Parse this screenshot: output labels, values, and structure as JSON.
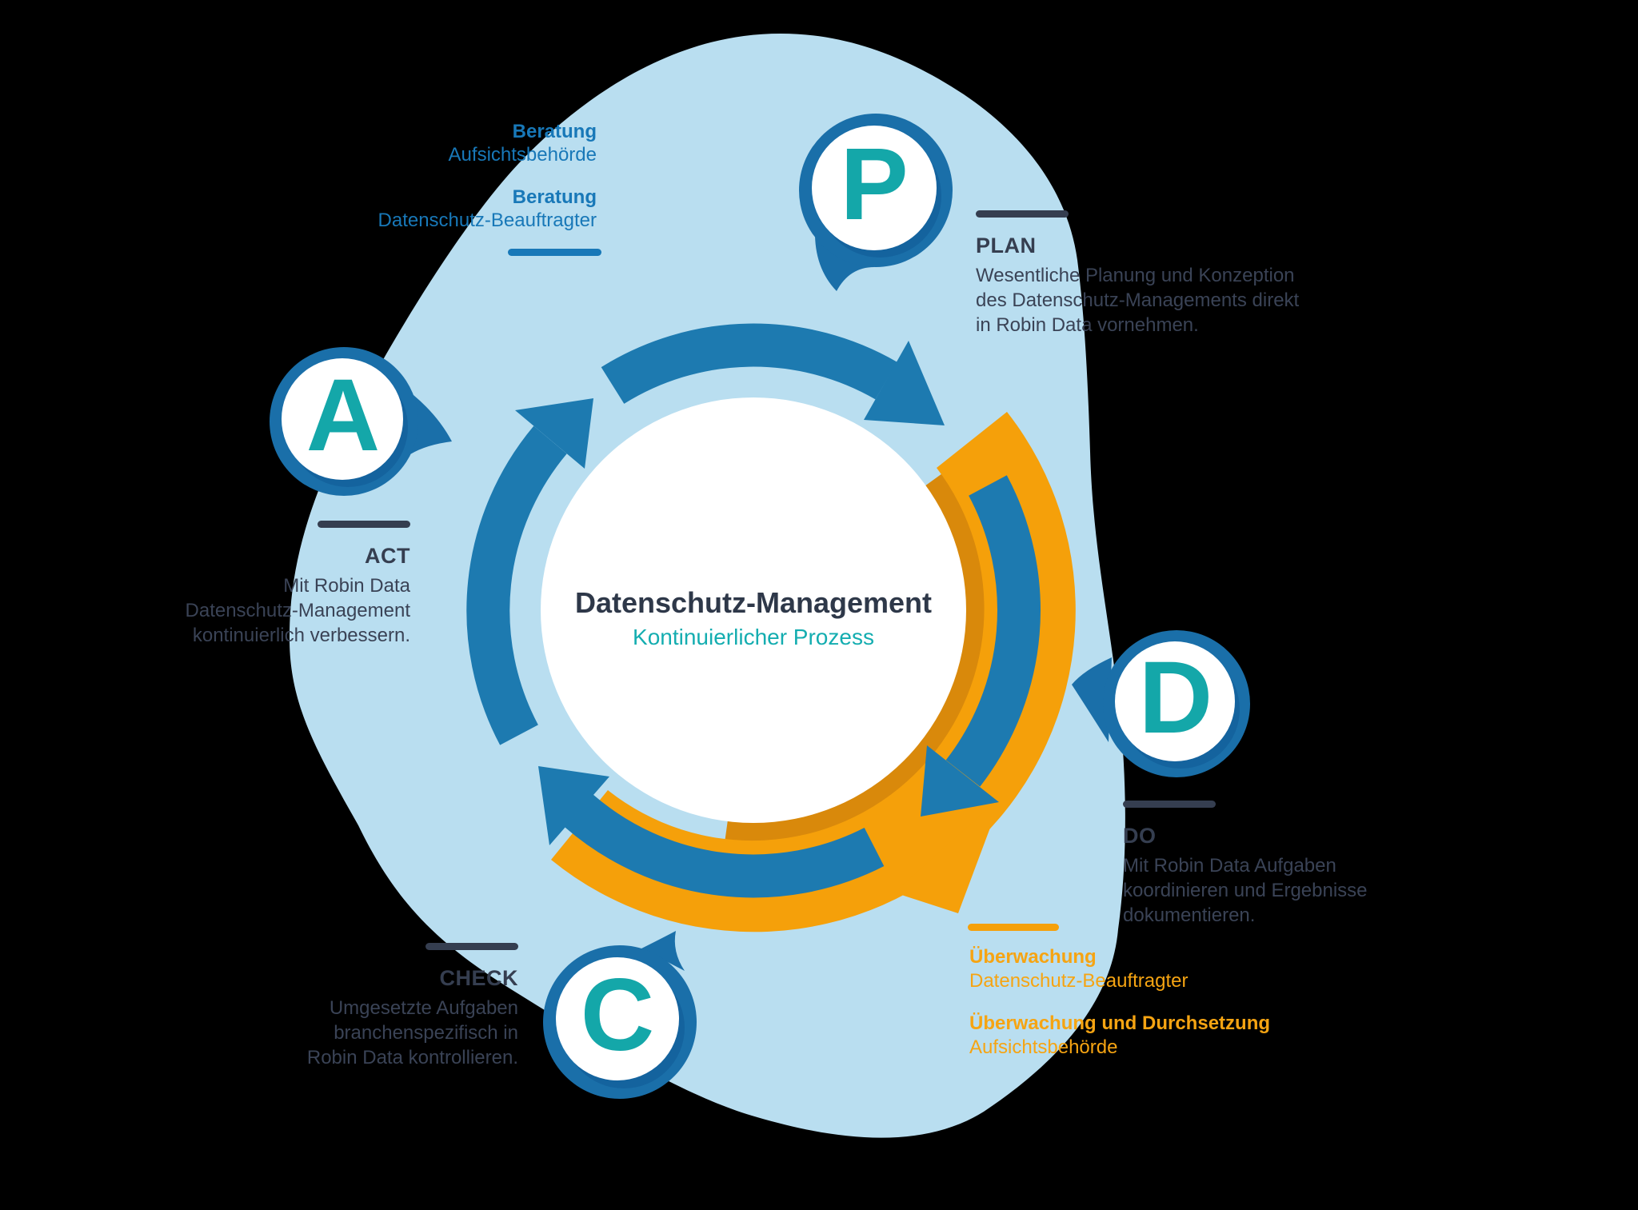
{
  "title": "Datenschutz-Management",
  "subtitle": "Kontinuierlicher Prozess",
  "colors": {
    "background": "#000000",
    "blob": "#b9def0",
    "arrow_blue": "#1d7ab0",
    "bubble_ring_blue": "#1a6fa9",
    "bubble_shadow_blue": "#14639e",
    "orange": "#f5a00a",
    "orange_dark": "#d9890b",
    "navy_text": "#353e50",
    "blue_text": "#1878b8",
    "orange_text": "#f6a412",
    "teal_letter": "#14a7a9"
  },
  "steps": {
    "plan": {
      "letter": "P",
      "label": "PLAN",
      "line1": "Wesentliche Planung und Konzeption",
      "line2": "des Datenschutz-Managements direkt",
      "line3": "in Robin Data vornehmen."
    },
    "do": {
      "letter": "D",
      "label": "DO",
      "line1": "Mit Robin Data Aufgaben",
      "line2": "koordinieren und Ergebnisse",
      "line3": "dokumentieren."
    },
    "check": {
      "letter": "C",
      "label": "CHECK",
      "line1": "Umgesetzte Aufgaben",
      "line2": "branchenspezifisch in",
      "line3": "Robin Data kontrollieren."
    },
    "act": {
      "letter": "A",
      "label": "ACT",
      "line1": "Mit Robin Data",
      "line2": "Datenschutz-Management",
      "line3": "kontinuierlich verbessern."
    }
  },
  "consulting_note": {
    "line1": "Beratung",
    "line2": "Aufsichtsbehörde",
    "line3": "Beratung",
    "line4": "Datenschutz-Beauftragter"
  },
  "monitoring_note": {
    "line1": "Überwachung",
    "line2": "Datenschutz-Beauftragter",
    "line3": "Überwachung und Durchsetzung",
    "line4": "Aufsichtsbehörde"
  }
}
